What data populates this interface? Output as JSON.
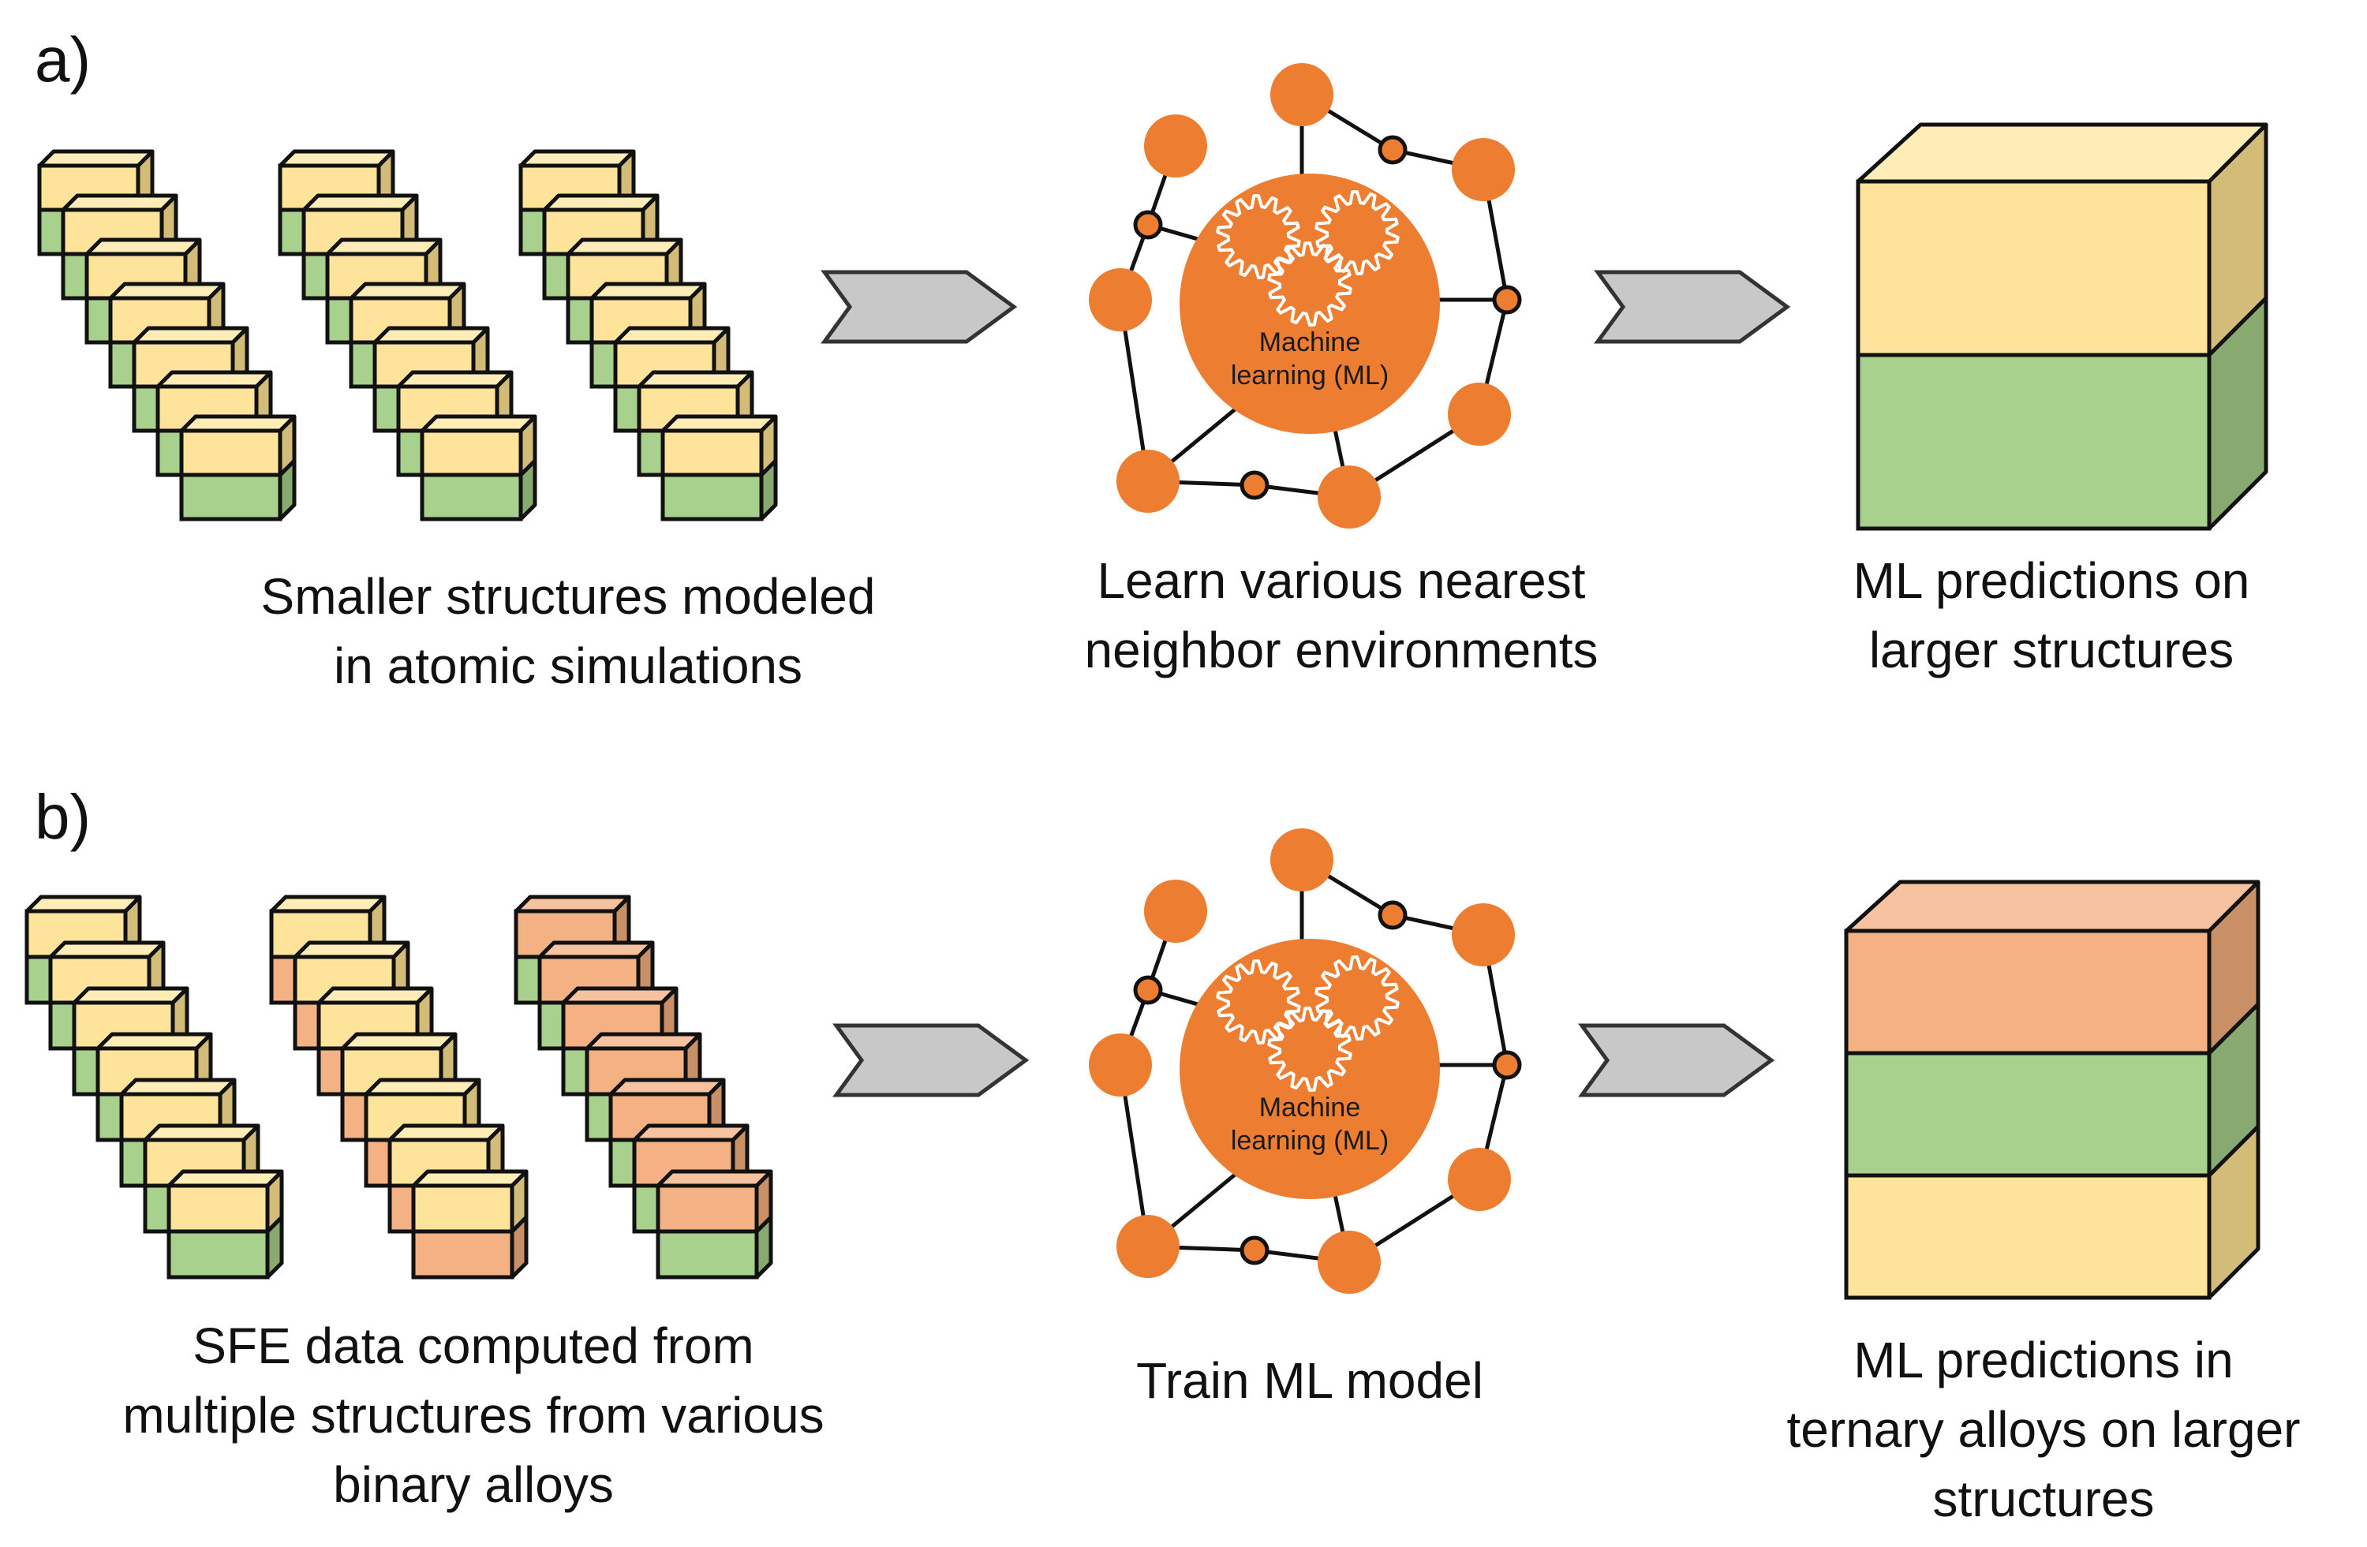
{
  "colors": {
    "yellow": "#FDE49A",
    "yellow_top": "#FEEDB6",
    "yellow_side": "#D2BC78",
    "green": "#A9D18E",
    "green_side": "#88A970",
    "salmon": "#F4B183",
    "salmon_top": "#F6C29F",
    "salmon_side": "#C98F66",
    "orange": "#ED7D31",
    "arrow_fill": "#C8C8C8",
    "outline": "#111111"
  },
  "panels": [
    {
      "id": "a",
      "label": "a)",
      "input_caption": "Smaller structures modeled\nin atomic simulations",
      "model_caption": "Learn various nearest\nneighbor environments",
      "output_caption": "ML predictions on\nlarger structures",
      "ml_text_line1": "Machine",
      "ml_text_line2": "learning (ML)",
      "input_columns": [
        {
          "top": "yellow",
          "bottom": "green"
        },
        {
          "top": "yellow",
          "bottom": "green"
        },
        {
          "top": "yellow",
          "bottom": "green"
        }
      ],
      "output_layers": [
        "yellow",
        "green"
      ]
    },
    {
      "id": "b",
      "label": "b)",
      "input_caption": "SFE data computed from\nmultiple structures from various\nbinary alloys",
      "model_caption": "Train ML model",
      "output_caption": "ML predictions in\nternary alloys on larger\nstructures",
      "ml_text_line1": "Machine",
      "ml_text_line2": "learning (ML)",
      "input_columns": [
        {
          "top": "yellow",
          "bottom": "green"
        },
        {
          "top": "yellow",
          "bottom": "salmon"
        },
        {
          "top": "salmon",
          "bottom": "green"
        }
      ],
      "output_layers": [
        "salmon",
        "green",
        "yellow"
      ]
    }
  ]
}
